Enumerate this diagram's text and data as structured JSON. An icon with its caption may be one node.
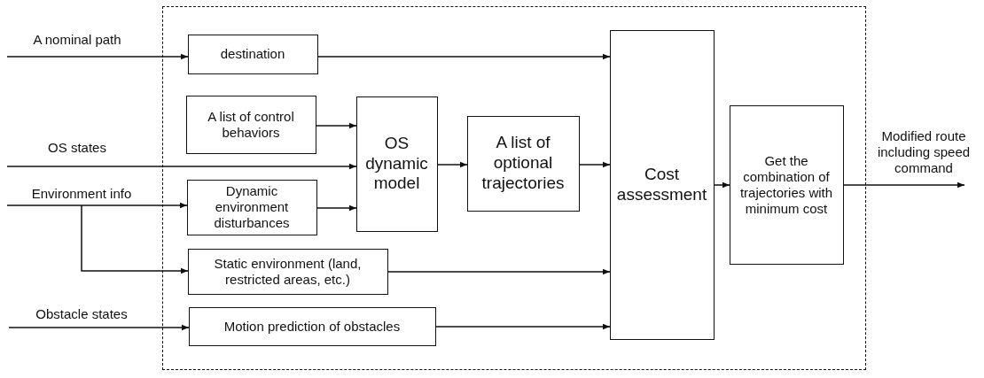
{
  "diagram": {
    "nodes": [
      {
        "text": [],
        "shape": "box"
      },
      {
        "text": [
          "destination"
        ],
        "in": 0
      },
      {
        "text": [
          "A list of control behaviors"
        ],
        "in": 0
      },
      {
        "text": [
          "OS dynamic model"
        ],
        "in": 0
      },
      {
        "text": [
          "A list of optional trajectories"
        ],
        "in": 0
      },
      {
        "text": [
          "Dynamic environment disturbances"
        ],
        "in": 0
      },
      {
        "text": [
          "Static environment (land, restricted areas, etc.)"
        ],
        "in": 0
      },
      {
        "text": [
          "Motion prediction of obstacles"
        ],
        "in": 0
      },
      {
        "text": [
          "Cost assessment"
        ],
        "in": 0
      },
      {
        "text": [
          "Get the combination of trajectories with minimum cost"
        ],
        "in": 0
      }
    ],
    "edges": [
      {
        "from": null,
        "to": 1,
        "arrow": "to",
        "label": "A nominal path"
      },
      {
        "from": null,
        "to": 3,
        "arrow": "to",
        "label": "OS states"
      },
      {
        "from": null,
        "to": 5,
        "arrow": "to",
        "label": "Environment info"
      },
      {
        "from": null,
        "to": 6,
        "arrow": "to"
      },
      {
        "from": null,
        "to": 7,
        "arrow": "to",
        "label": "Obstacle states"
      },
      {
        "from": 1,
        "to": 8,
        "arrow": "to"
      },
      {
        "from": 2,
        "to": 3,
        "arrow": "to"
      },
      {
        "from": 5,
        "to": 3,
        "arrow": "to"
      },
      {
        "from": 3,
        "to": 4,
        "arrow": "to"
      },
      {
        "from": 4,
        "to": 8,
        "arrow": "to"
      },
      {
        "from": 6,
        "to": 8,
        "arrow": "to"
      },
      {
        "from": 7,
        "to": 8,
        "arrow": "to"
      },
      {
        "from": 8,
        "to": 9,
        "arrow": "to"
      },
      {
        "from": 9,
        "to": null,
        "arrow": "to",
        "label": "Modified route including speed command"
      }
    ]
  }
}
